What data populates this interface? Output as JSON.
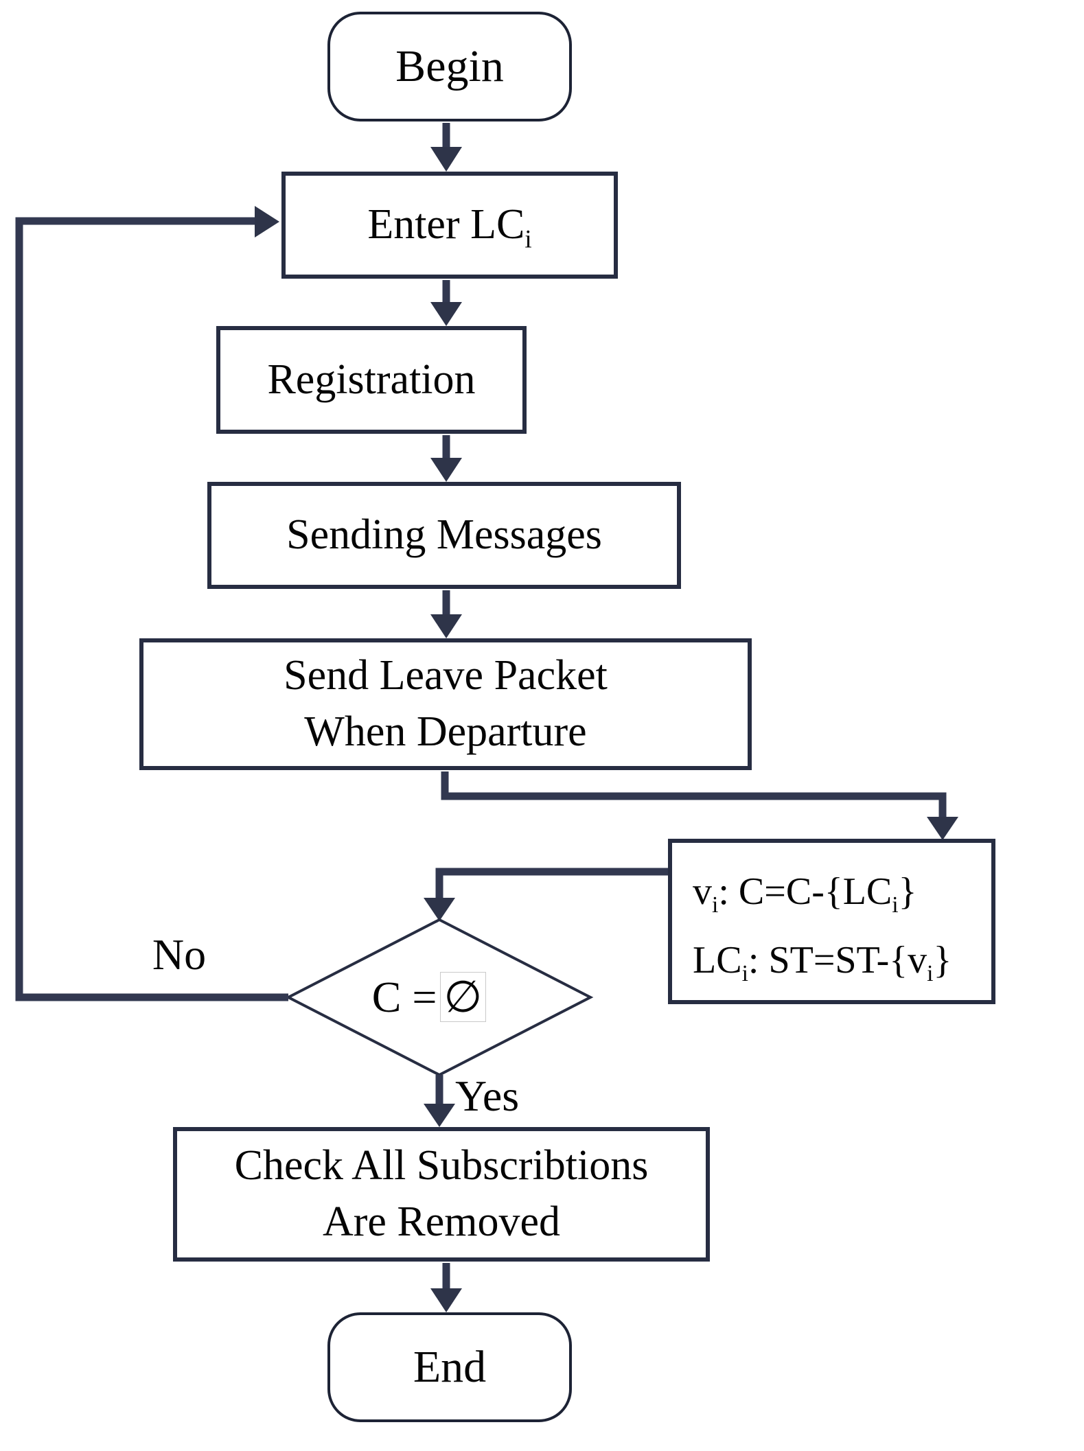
{
  "diagram": {
    "type": "flowchart",
    "nodes": {
      "begin": {
        "label": "Begin",
        "shape": "terminal"
      },
      "enter_lc": {
        "shape": "process",
        "segments": [
          {
            "t": "Enter LC"
          },
          {
            "sub": "i"
          }
        ]
      },
      "registration": {
        "label": "Registration",
        "shape": "process"
      },
      "sending_messages": {
        "label": "Sending Messages",
        "shape": "process"
      },
      "send_leave_packet": {
        "label": "Send Leave Packet\nWhen Departure",
        "shape": "process"
      },
      "update_sets": {
        "shape": "process",
        "lines": [
          [
            {
              "t": "v"
            },
            {
              "sub": "i"
            },
            {
              "t": ": C=C-{LC"
            },
            {
              "sub": "i"
            },
            {
              "t": "}"
            }
          ],
          [
            {
              "t": "LC"
            },
            {
              "sub": "i"
            },
            {
              "t": ": ST=ST-{v"
            },
            {
              "sub": "i"
            },
            {
              "t": "}"
            }
          ]
        ]
      },
      "decision": {
        "shape": "decision",
        "segments": [
          {
            "t": "C ="
          },
          {
            "t": "∅",
            "boxed": true
          }
        ]
      },
      "check_removed": {
        "label": "Check All Subscribtions\nAre Removed",
        "shape": "process"
      },
      "end": {
        "label": "End",
        "shape": "terminal"
      }
    },
    "edge_labels": {
      "no": "No",
      "yes": "Yes"
    },
    "colors": {
      "line": "#323850",
      "arrow": "#2e3449",
      "border": "#272d42",
      "text": "#050505",
      "bg": "#ffffff"
    }
  }
}
